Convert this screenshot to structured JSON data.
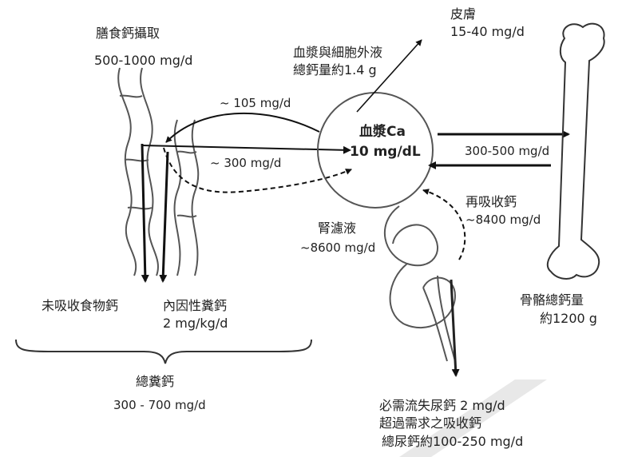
{
  "diet": {
    "title": "膳食鈣攝取",
    "value": "500-1000 mg/d"
  },
  "ecf": {
    "line1": "血漿與細胞外液",
    "line2": "總鈣量約1.4 g"
  },
  "skin": {
    "title": "皮膚",
    "value": "15-40 mg/d"
  },
  "plasma": {
    "line1": "血漿Ca",
    "line2": "10 mg/dL"
  },
  "gut_flow": {
    "secretion": "~ 105 mg/d",
    "absorption": "~ 300 mg/d"
  },
  "bone_flow": {
    "value": "300-500 mg/d"
  },
  "kidney": {
    "reabsorb_title": "再吸收鈣",
    "reabsorb_value": "~8400 mg/d",
    "filtrate_title": "腎濾液",
    "filtrate_value": "~8600 mg/d"
  },
  "feces": {
    "unabsorbed": "未吸收食物鈣",
    "endogenous_title": "內因性糞鈣",
    "endogenous_value": "2 mg/kg/d",
    "total_title": "總糞鈣",
    "total_value": "300 - 700 mg/d"
  },
  "bone": {
    "title": "骨骼總鈣量",
    "value": "約1200 g"
  },
  "urine": {
    "line1": "必需流失尿鈣 2 mg/d",
    "line2": "超過需求之吸收鈣",
    "line3": "總尿鈣約100-250 mg/d"
  }
}
